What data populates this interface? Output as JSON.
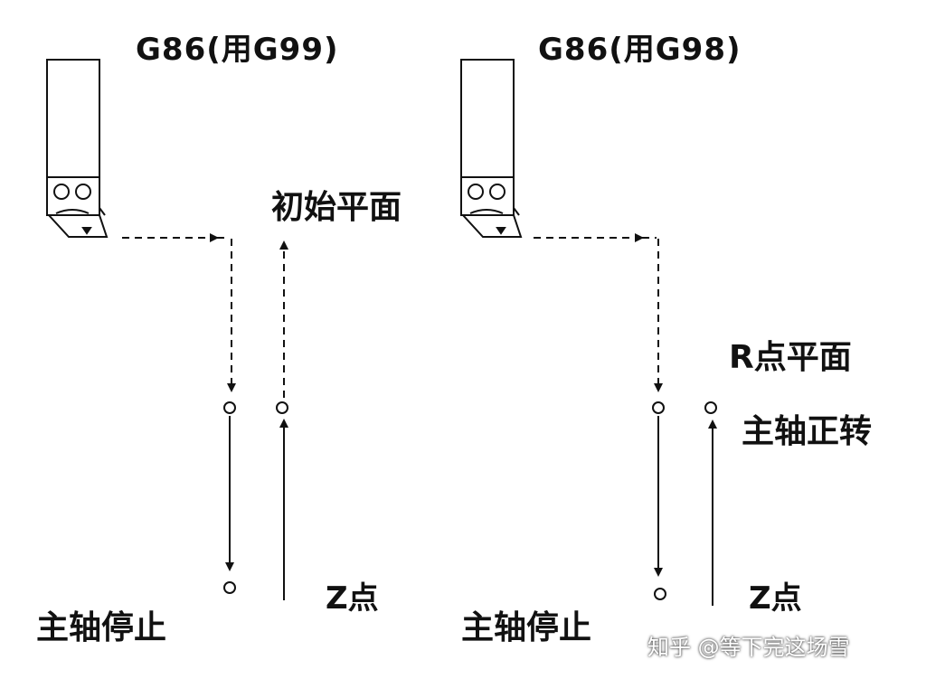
{
  "left_panel": {
    "title": "G86(用G99)",
    "initial_plane_label": "初始平面",
    "spindle_stop_label": "主轴停止",
    "z_point_label": "Z点"
  },
  "right_panel": {
    "title": "G86(用G98)",
    "r_plane_label": "R点平面",
    "spindle_forward_label": "主轴正转",
    "spindle_stop_label": "主轴停止",
    "z_point_label": "Z点"
  },
  "watermark": "知乎 @等下完这场雪",
  "colors": {
    "ink": "#111111",
    "background": "#ffffff"
  }
}
